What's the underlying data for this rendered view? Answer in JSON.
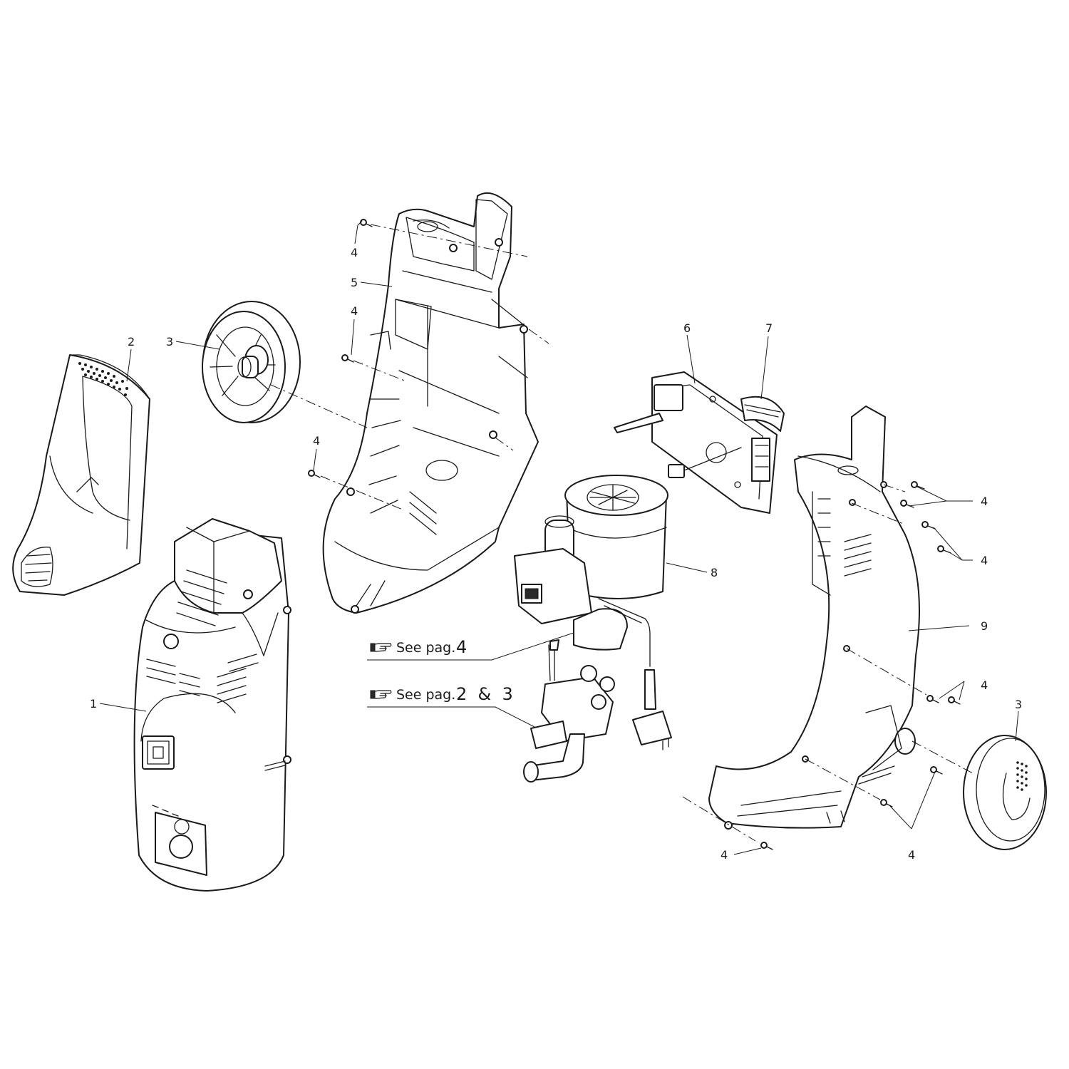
{
  "callouts": [
    {
      "id": "c1",
      "text": "1"
    },
    {
      "id": "c2",
      "text": "2"
    },
    {
      "id": "c3a",
      "text": "3"
    },
    {
      "id": "c3b",
      "text": "3"
    },
    {
      "id": "c4a",
      "text": "4"
    },
    {
      "id": "c4b",
      "text": "4"
    },
    {
      "id": "c4c",
      "text": "4"
    },
    {
      "id": "c4d",
      "text": "4"
    },
    {
      "id": "c4e",
      "text": "4"
    },
    {
      "id": "c4f",
      "text": "4"
    },
    {
      "id": "c4g",
      "text": "4"
    },
    {
      "id": "c4h",
      "text": "4"
    },
    {
      "id": "c5",
      "text": "5"
    },
    {
      "id": "c6",
      "text": "6"
    },
    {
      "id": "c7",
      "text": "7"
    },
    {
      "id": "c8",
      "text": "8"
    },
    {
      "id": "c9",
      "text": "9"
    }
  ],
  "references": {
    "motor": {
      "prefix": "See pag.",
      "page": "4"
    },
    "pump": {
      "prefix": "See pag.",
      "page": "2  &  3"
    }
  },
  "icons": [
    "pointing-hand-icon"
  ]
}
